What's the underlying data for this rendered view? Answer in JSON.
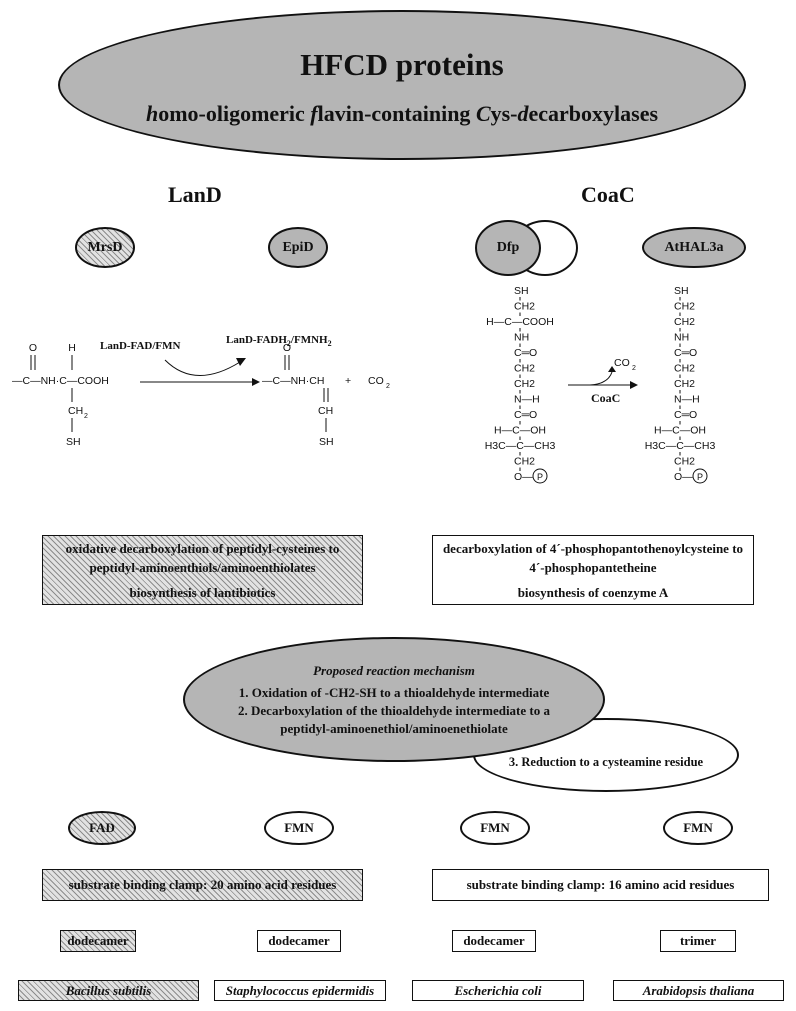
{
  "header": {
    "title": "HFCD proteins",
    "subtitle_parts": [
      "h",
      "omo-oligomeric ",
      "f",
      "lavin-containing ",
      "C",
      "ys-",
      "d",
      "ecarboxylases"
    ]
  },
  "groups": {
    "left": "LanD",
    "right": "CoaC"
  },
  "proteins": {
    "p1": "MrsD",
    "p2": "EpiD",
    "p3": "Dfp",
    "p4": "AtHAL3a"
  },
  "landReaction": {
    "cofactor_in": "LanD-FAD/FMN",
    "cofactor_out_parts": [
      "LanD-FADH",
      "2",
      "/FMNH",
      "2"
    ],
    "substrate": {
      "o": "O",
      "h": "H",
      "main": "—C—NH·C—COOH",
      "ch2": "CH",
      "ch2_sub": "2",
      "sh": "SH"
    },
    "product": {
      "o": "O",
      "main": "—C—NH·CH",
      "ch": "CH",
      "sh": "SH"
    },
    "plus": "+",
    "co2": "CO",
    "co2_sub": "2"
  },
  "coacReaction": {
    "enzyme": "CoaC",
    "co2": "CO",
    "co2_sub": "2",
    "substrate_lines": [
      "SH",
      "CH2",
      "H—C—COOH",
      "NH",
      "C═O",
      "CH2",
      "CH2",
      "N—H",
      "C═O",
      "H—C—OH",
      "H3C—C—CH3",
      "CH2",
      "O—"
    ],
    "product_lines": [
      "SH",
      "CH2",
      "CH2",
      "NH",
      "C═O",
      "CH2",
      "CH2",
      "N—H",
      "C═O",
      "H—C—OH",
      "H3C—C—CH3",
      "CH2",
      "O—"
    ],
    "phosphate": "P"
  },
  "descriptions": {
    "left": [
      "oxidative decarboxylation of peptidyl-cysteines to",
      "peptidyl-aminoenthiols/aminoenthiolates",
      "biosynthesis of lantibiotics"
    ],
    "right": [
      "decarboxylation of 4´-phosphopantothenoylcysteine to",
      "4´-phosphopantetheine",
      "biosynthesis of coenzyme A"
    ]
  },
  "mechanism": {
    "title": "Proposed reaction mechanism",
    "step1": "1. Oxidation of -CH2-SH to a thioaldehyde intermediate",
    "step2a": "2. Decarboxylation of the thioaldehyde intermediate to a",
    "step2b": "peptidyl-aminoenethiol/aminoenethiolate",
    "step3": "3. Reduction to a cysteamine residue"
  },
  "cofactors": [
    "FAD",
    "FMN",
    "FMN",
    "FMN"
  ],
  "clamps": {
    "left": "substrate binding clamp: 20 amino acid residues",
    "right": "substrate binding clamp: 16 amino acid residues"
  },
  "oligomers": [
    "dodecamer",
    "dodecamer",
    "dodecamer",
    "trimer"
  ],
  "organisms": [
    "Bacillus subtilis",
    "Staphylococcus epidermidis",
    "Escherichia coli",
    "Arabidopsis thaliana"
  ]
}
